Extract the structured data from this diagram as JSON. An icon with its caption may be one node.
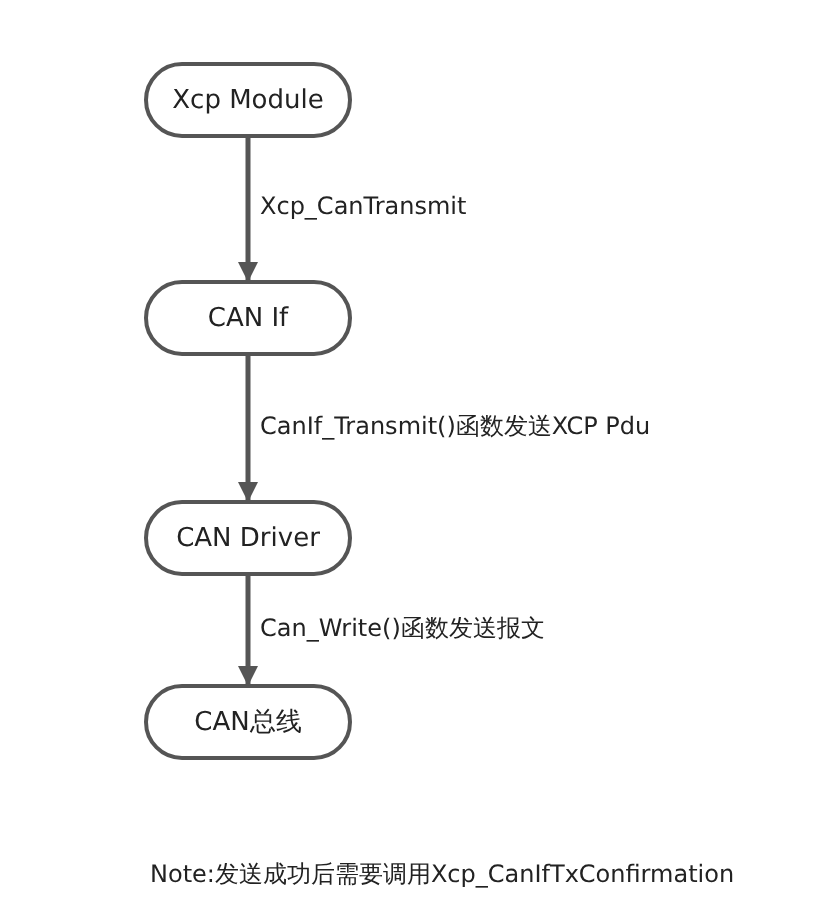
{
  "diagram": {
    "nodes": [
      {
        "text": [
          "Xcp Module"
        ]
      },
      {
        "text": [
          "CAN If"
        ]
      },
      {
        "text": [
          "CAN Driver"
        ]
      },
      {
        "text": [
          "CAN总线"
        ]
      }
    ],
    "edges": [
      {
        "from": 0,
        "to": 1,
        "arrow": "to",
        "label": "Xcp_CanTransmit"
      },
      {
        "from": 1,
        "to": 2,
        "arrow": "to",
        "label": "CanIf_Transmit()函数发送XCP Pdu"
      },
      {
        "from": 2,
        "to": 3,
        "arrow": "to",
        "label": "Can_Write()函数发送报文"
      }
    ],
    "labels": [
      "Note:发送成功后需要调用Xcp_CanIfTxConfirmation"
    ]
  }
}
